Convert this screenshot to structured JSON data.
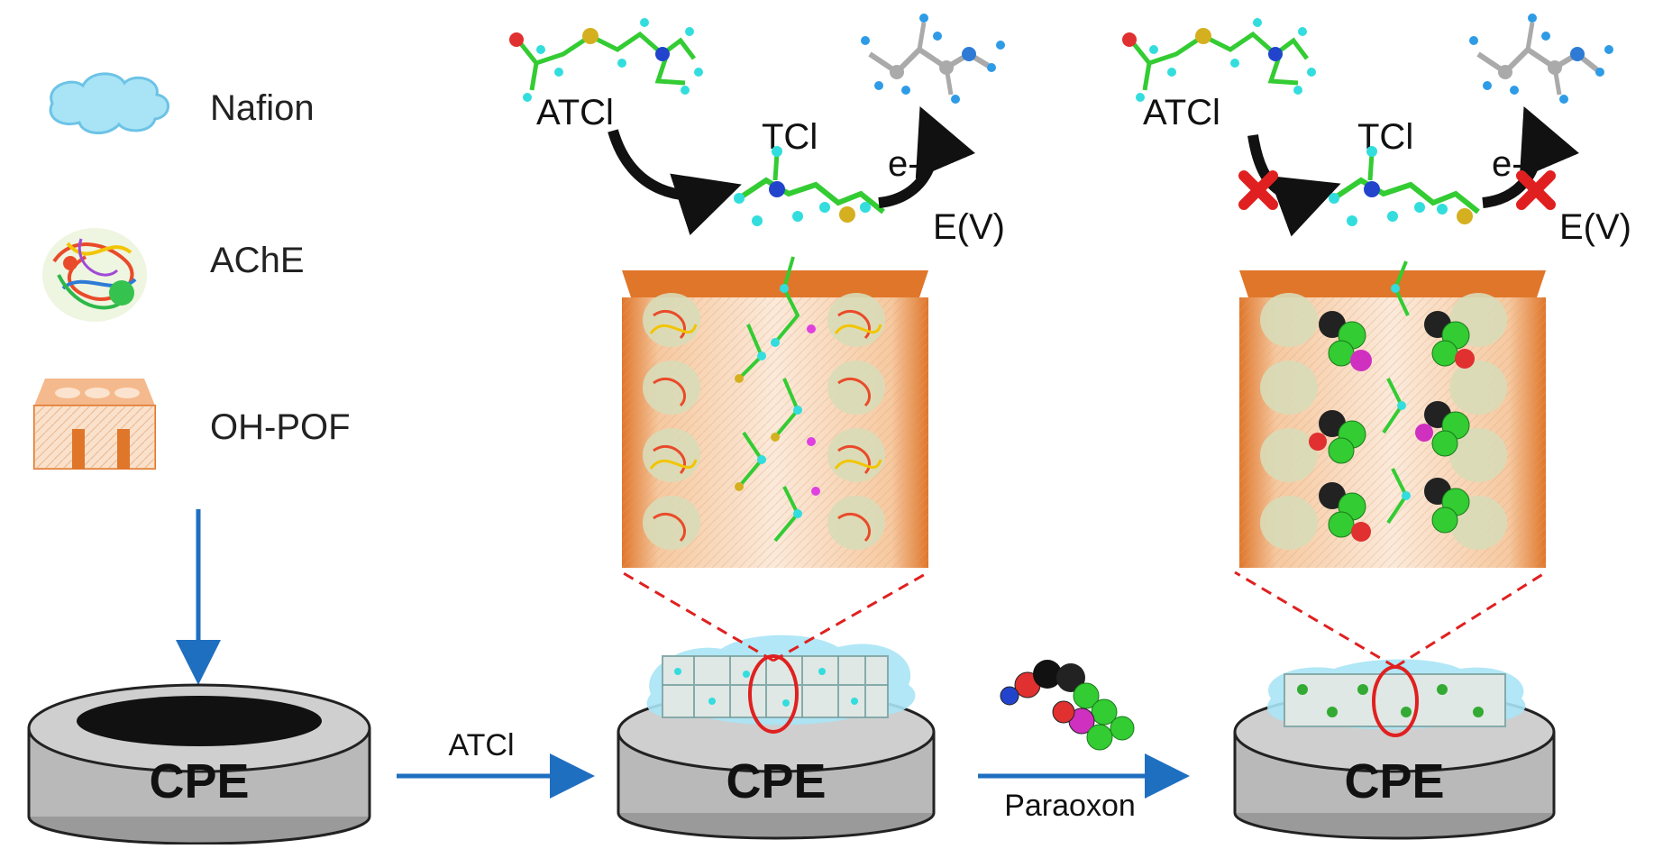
{
  "legend": {
    "items": [
      {
        "label": "Nafion",
        "icon": "nafion-cloud-icon"
      },
      {
        "label": "AChE",
        "icon": "ache-enzyme-icon"
      },
      {
        "label": "OH-POF",
        "icon": "oh-pof-framework-icon"
      }
    ]
  },
  "electrodes": {
    "bare": {
      "label": "CPE"
    },
    "modified": {
      "label": "CPE"
    },
    "inhibited": {
      "label": "CPE"
    }
  },
  "steps": {
    "step1_label": "ATCl",
    "step2_label": "Paraoxon"
  },
  "panel_active": {
    "substrate_label": "ATCl",
    "product_label": "TCl",
    "electron_label": "e-",
    "potential_label": "E(V)"
  },
  "panel_inhibited": {
    "substrate_label": "ATCl",
    "product_label": "TCl",
    "electron_label": "e-",
    "potential_label": "E(V)"
  },
  "colors": {
    "arrow_blue": "#1f6fc0",
    "pof_orange": "#e0762a",
    "nafion_blue": "#8fd6ef",
    "cpe_gray": "#b9b9b9",
    "zoom_red": "#e02020",
    "inhibit_red": "#e02020",
    "molecule_green": "#33cc33",
    "molecule_cyan": "#33dddd"
  }
}
